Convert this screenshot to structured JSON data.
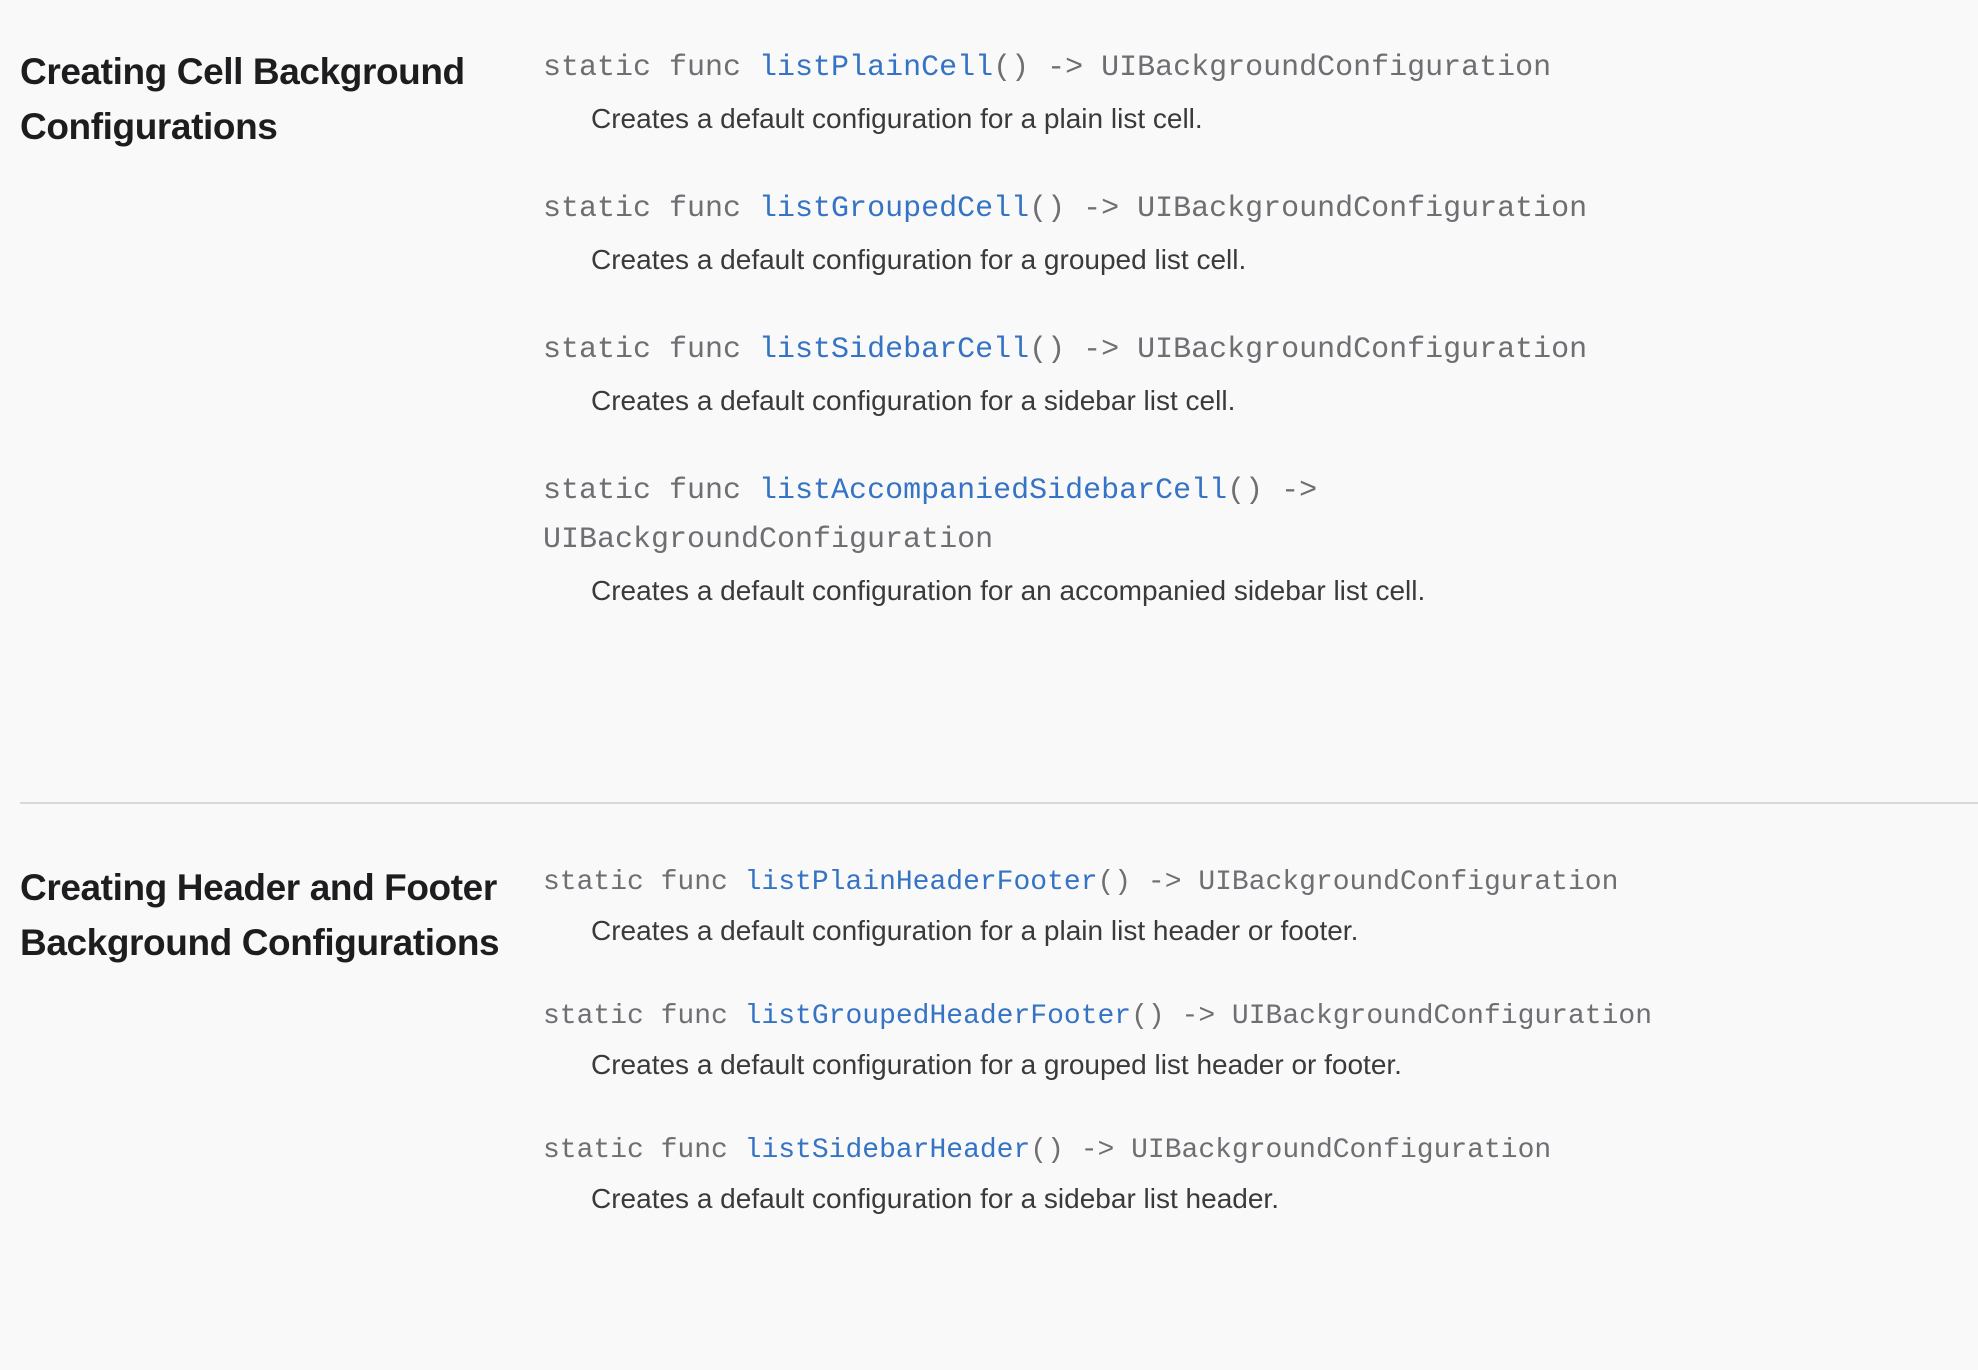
{
  "theme": {
    "background": "#f9f9f9",
    "heading_color": "#1d1d1f",
    "signature_gray": "#6e6e73",
    "signature_link_blue": "#3573c4",
    "description_color": "#3a3a3c",
    "divider_color": "#d9d9d9"
  },
  "sections": [
    {
      "heading": "Creating Cell Background Configurations",
      "entries": [
        {
          "keyword": "static func ",
          "name": "listPlainCell",
          "returns": "() -> UIBackgroundConfiguration",
          "description": "Creates a default configuration for a plain list cell."
        },
        {
          "keyword": "static func ",
          "name": "listGroupedCell",
          "returns": "() -> UIBackgroundConfiguration",
          "description": "Creates a default configuration for a grouped list cell."
        },
        {
          "keyword": "static func ",
          "name": "listSidebarCell",
          "returns": "() -> UIBackgroundConfiguration",
          "description": "Creates a default configuration for a sidebar list cell."
        },
        {
          "keyword": "static func ",
          "name": "listAccompaniedSidebarCell",
          "returns": "() -> UIBackgroundConfiguration",
          "description": "Creates a default configuration for an accompanied sidebar list cell."
        }
      ]
    },
    {
      "heading": "Creating Header and Footer Background Configurations",
      "entries": [
        {
          "keyword": "static func ",
          "name": "listPlainHeaderFooter",
          "returns": "() -> UIBackgroundConfiguration",
          "description": "Creates a default configuration for a plain list header or footer."
        },
        {
          "keyword": "static func ",
          "name": "listGroupedHeaderFooter",
          "returns": "() -> UIBackgroundConfiguration",
          "description": "Creates a default configuration for a grouped list header or footer."
        },
        {
          "keyword": "static func ",
          "name": "listSidebarHeader",
          "returns": "() -> UIBackgroundConfiguration",
          "description": "Creates a default configuration for a sidebar list header."
        }
      ]
    }
  ]
}
